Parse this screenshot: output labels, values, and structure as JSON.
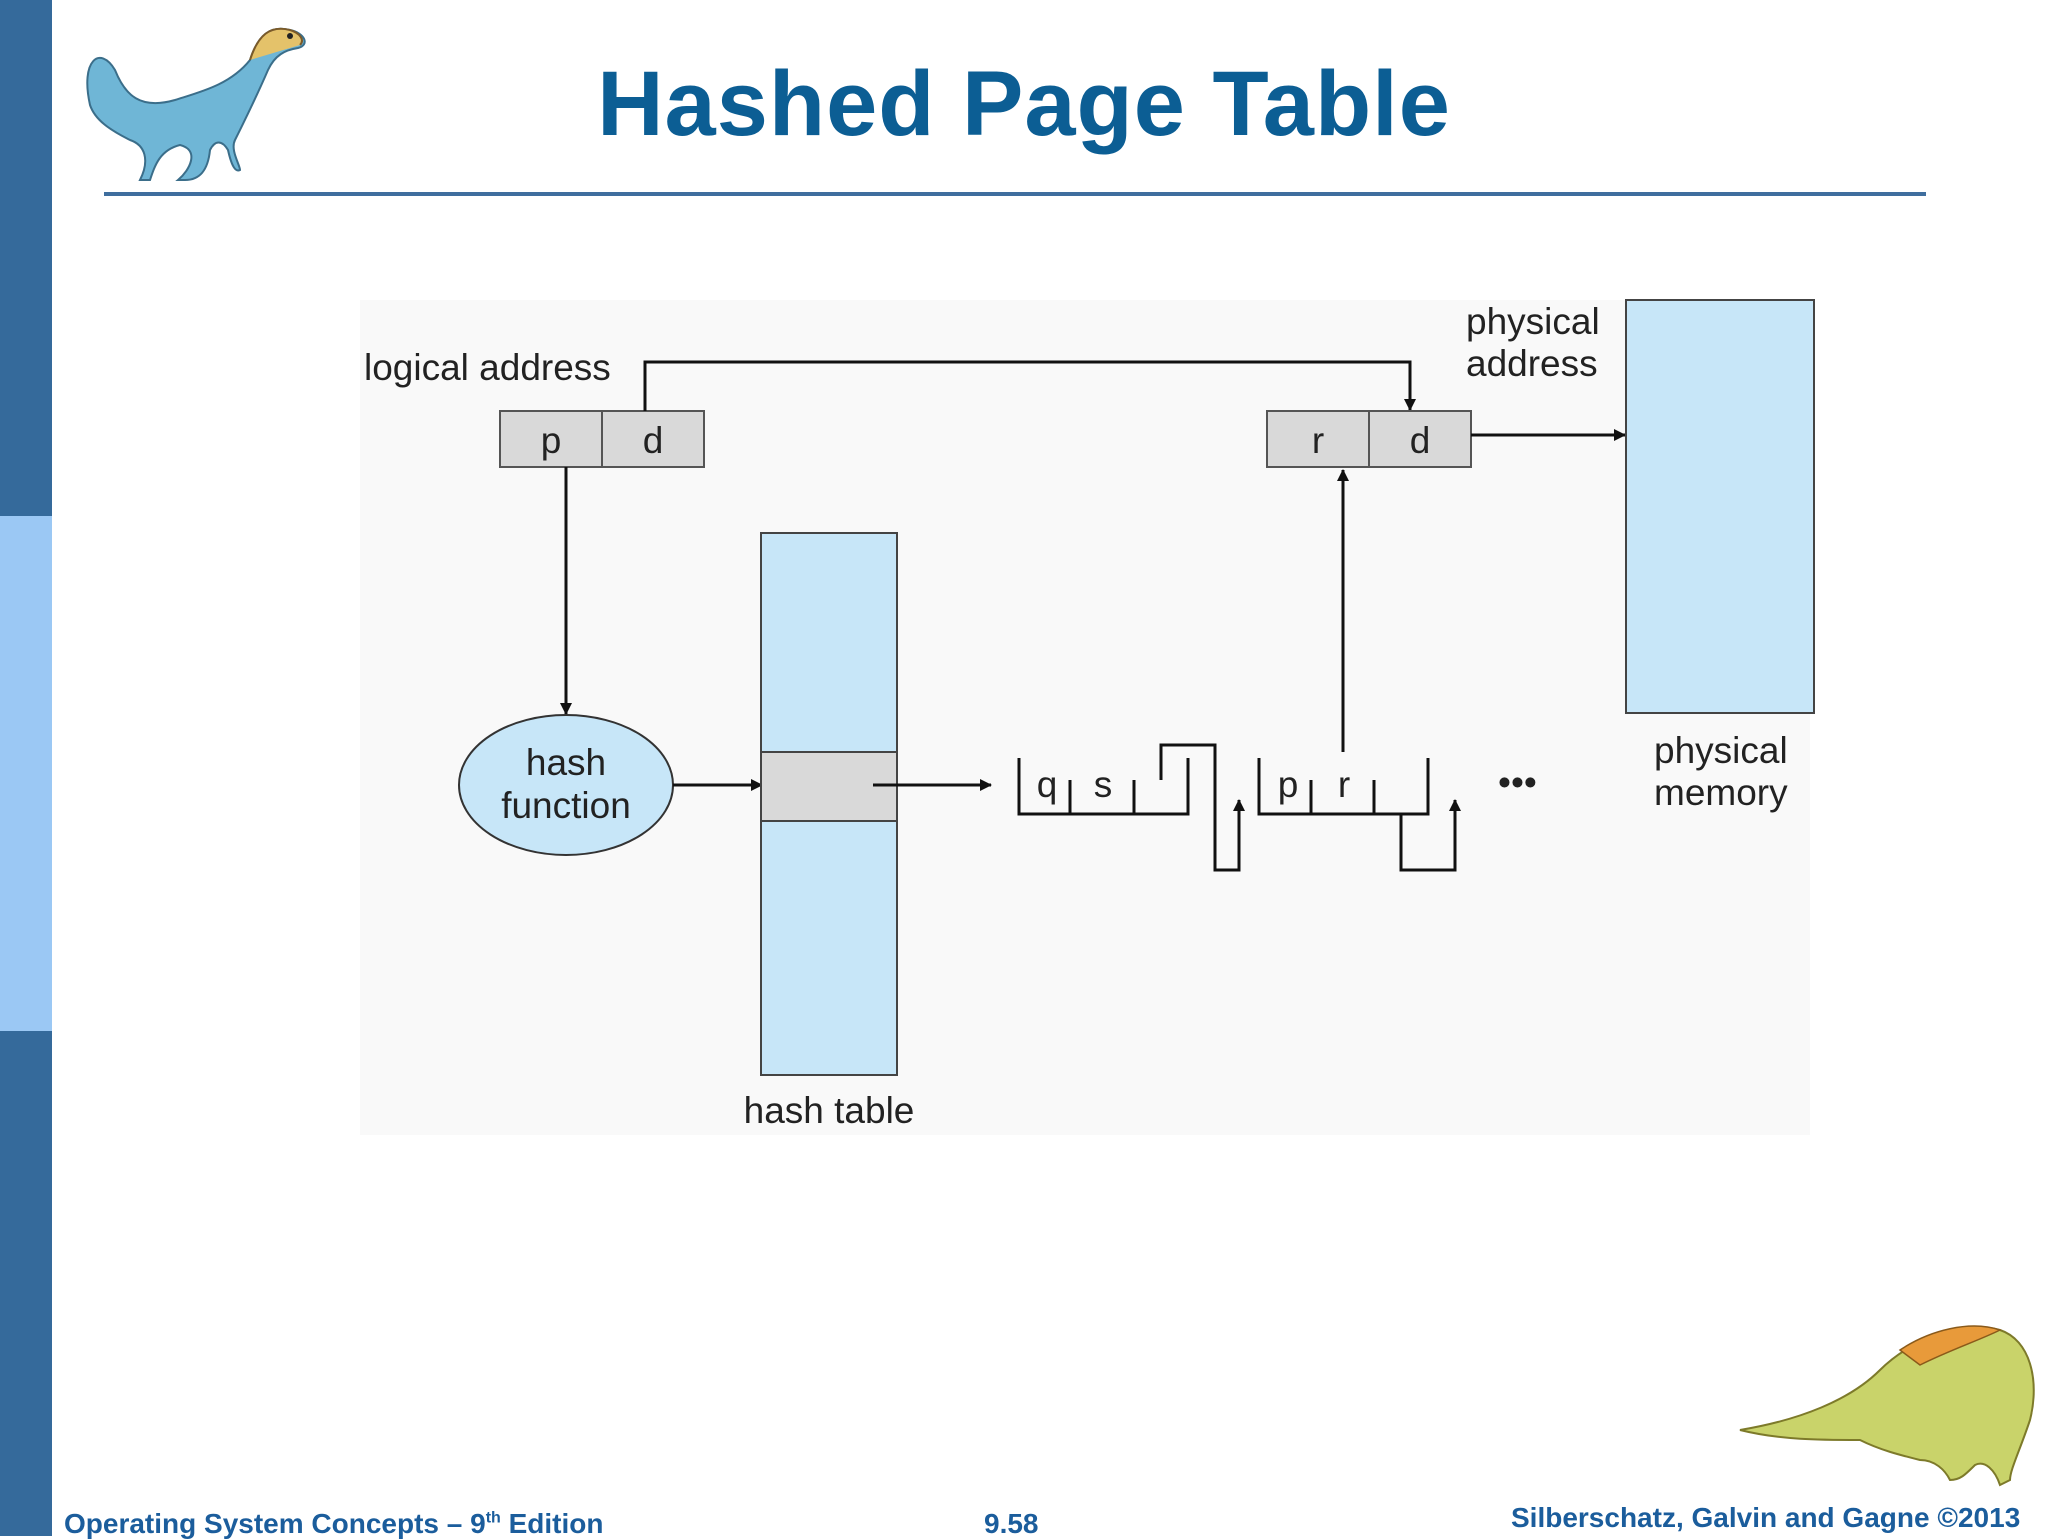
{
  "slide": {
    "title": "Hashed Page Table",
    "footer_left_pre": "Operating System Concepts – 9",
    "footer_left_sup": "th",
    "footer_left_post": " Edition",
    "footer_page": "9.58",
    "footer_right": "Silberschatz, Galvin and Gagne ©2013"
  },
  "diagram": {
    "logical_address_label": "logical address",
    "logical_p": "p",
    "logical_d": "d",
    "physical_address_line1": "physical",
    "physical_address_line2": "address",
    "physical_r": "r",
    "physical_d": "d",
    "hash_function_line1": "hash",
    "hash_function_line2": "function",
    "hash_table_label": "hash table",
    "chain_node1_key": "q",
    "chain_node1_value": "s",
    "chain_node2_key": "p",
    "chain_node2_value": "r",
    "ellipsis": "•••",
    "physical_memory_line1": "physical",
    "physical_memory_line2": "memory"
  },
  "colors": {
    "sidebar_dark": "#356a9b",
    "sidebar_light": "#9bc8f4",
    "title": "#0c5e94",
    "box_light_blue": "#c7e6f8",
    "box_gray": "#d9d9d9"
  }
}
